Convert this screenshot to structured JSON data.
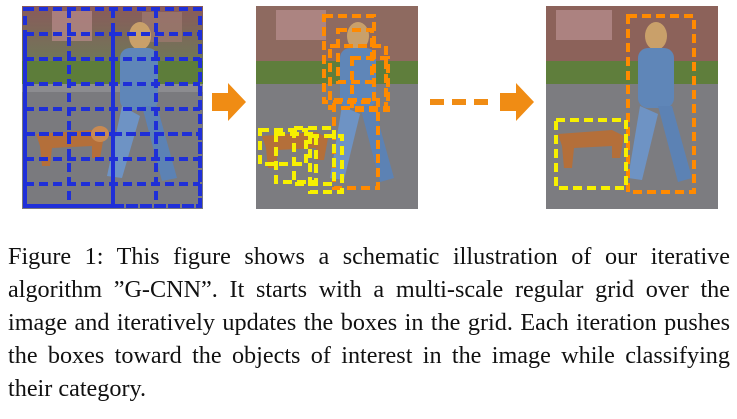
{
  "figure": {
    "panels": [
      {
        "stage": "initial multi-scale regular grid",
        "box_color": "#1f2fd8"
      },
      {
        "stage": "iterative update",
        "box_colors": [
          "#ff8a00",
          "#f7f000"
        ]
      },
      {
        "stage": "final detections",
        "box_colors": [
          "#ff8a00",
          "#f7f000"
        ]
      }
    ],
    "arrow_color": "#f08c14"
  },
  "caption": {
    "text": "Figure 1: This figure shows a schematic illustration of our iterative algorithm ”G-CNN”. It starts with a multi-scale regular grid over the image and iteratively updates the boxes in the grid. Each iteration pushes the boxes toward the objects of interest in the image while classifying their category."
  }
}
